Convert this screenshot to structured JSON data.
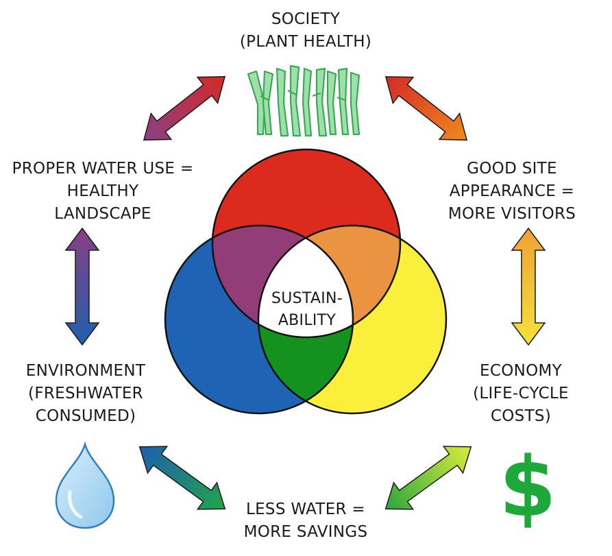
{
  "diagram": {
    "center_label": [
      "SUSTAIN-",
      "ABILITY"
    ],
    "nodes": {
      "society": [
        "SOCIETY",
        "(PLANT HEALTH)"
      ],
      "proper_water_use": [
        "PROPER WATER USE =",
        "HEALTHY",
        "LANDSCAPE"
      ],
      "good_site": [
        "GOOD SITE",
        "APPEARANCE =",
        "MORE VISITORS"
      ],
      "environment": [
        "ENVIRONMENT",
        "(FRESHWATER",
        "CONSUMED)"
      ],
      "economy": [
        "ECONOMY",
        "(LIFE-CYCLE",
        "COSTS)"
      ],
      "less_water": [
        "LESS WATER =",
        "MORE SAVINGS"
      ]
    },
    "circles": [
      {
        "name": "society",
        "color": "#dc2a1e"
      },
      {
        "name": "environment",
        "color": "#1e63b4"
      },
      {
        "name": "economy",
        "color": "#faf03c"
      }
    ],
    "overlap_colors": {
      "society_environment": "#923c78",
      "society_economy": "#ea9340",
      "environment_economy": "#14911e",
      "center": "#ffffff"
    },
    "icons": {
      "plants": "plant-grass-icon",
      "water": "water-drop-icon",
      "money": "dollar-sign-icon"
    },
    "icon_symbol": "$",
    "colors": {
      "arrow_red": "#d42a26",
      "arrow_purple": "#8a3f82",
      "arrow_blue": "#1e5fae",
      "arrow_green": "#2ea641",
      "arrow_orange": "#f08a1e",
      "arrow_yellow": "#f4d63a",
      "plant_green": "#52c270",
      "dollar_green": "#1ea83a",
      "drop_blue": "#a9d6f2"
    }
  }
}
